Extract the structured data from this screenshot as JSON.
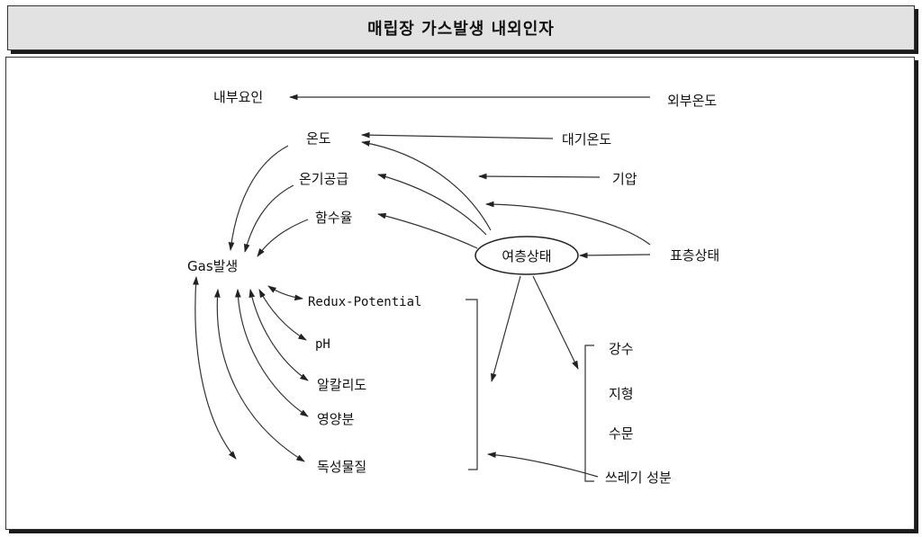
{
  "title": "매립장 가스발생 내외인자",
  "nodes": {
    "internal": "내부요인",
    "external": "외부온도",
    "temperature": "온도",
    "air_temp": "대기온도",
    "heat_supply": "온기공급",
    "pressure": "기압",
    "moisture": "함수율",
    "gas": "Gas발생",
    "cover_state": "여층상태",
    "surface_state": "표층상태",
    "redox": "Redux-Potential",
    "ph": "pH",
    "alkalinity": "알칼리도",
    "nutrients": "영양분",
    "toxic": "독성물질",
    "rainfall": "강수",
    "terrain": "지형",
    "hydrology": "수문",
    "waste": "쓰레기 성분"
  }
}
